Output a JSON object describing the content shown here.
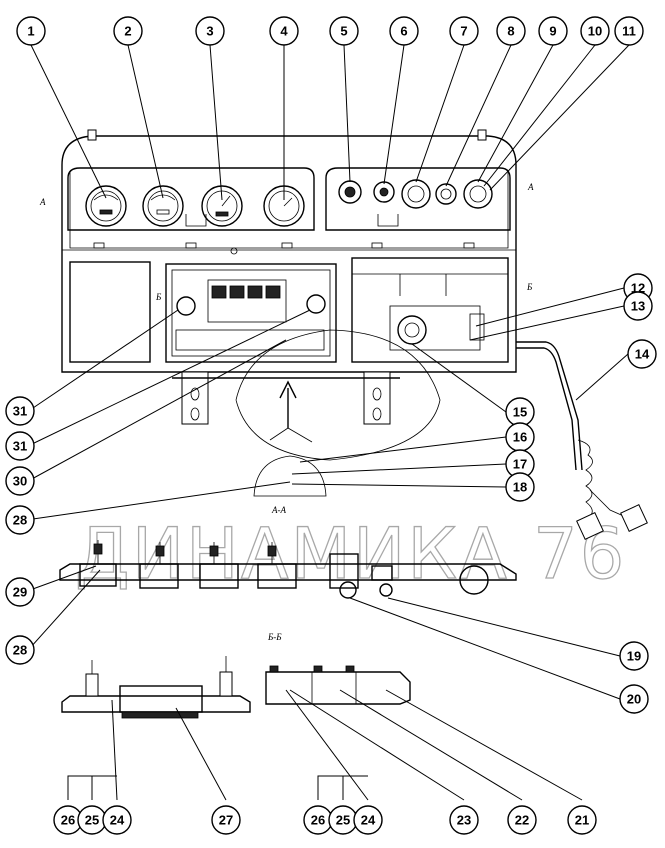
{
  "watermark": "ДИНАМИКА 76",
  "sections": {
    "a_a": "А-А",
    "b_b": "Б-Б",
    "a_left": "А",
    "a_right": "А",
    "b_left": "Б",
    "b_right": "Б"
  },
  "callouts": {
    "c1": "1",
    "c2": "2",
    "c3": "3",
    "c4": "4",
    "c5": "5",
    "c6": "6",
    "c7": "7",
    "c8": "8",
    "c9": "9",
    "c10": "10",
    "c11": "11",
    "c12": "12",
    "c13": "13",
    "c14": "14",
    "c15": "15",
    "c16": "16",
    "c17": "17",
    "c18": "18",
    "c19": "19",
    "c20": "20",
    "c21": "21",
    "c22": "22",
    "c23": "23",
    "c24a": "24",
    "c25a": "25",
    "c26a": "26",
    "c24b": "24",
    "c25b": "25",
    "c26b": "26",
    "c27": "27",
    "c28a": "28",
    "c28b": "28",
    "c29": "29",
    "c30": "30",
    "c31a": "31",
    "c31b": "31"
  }
}
